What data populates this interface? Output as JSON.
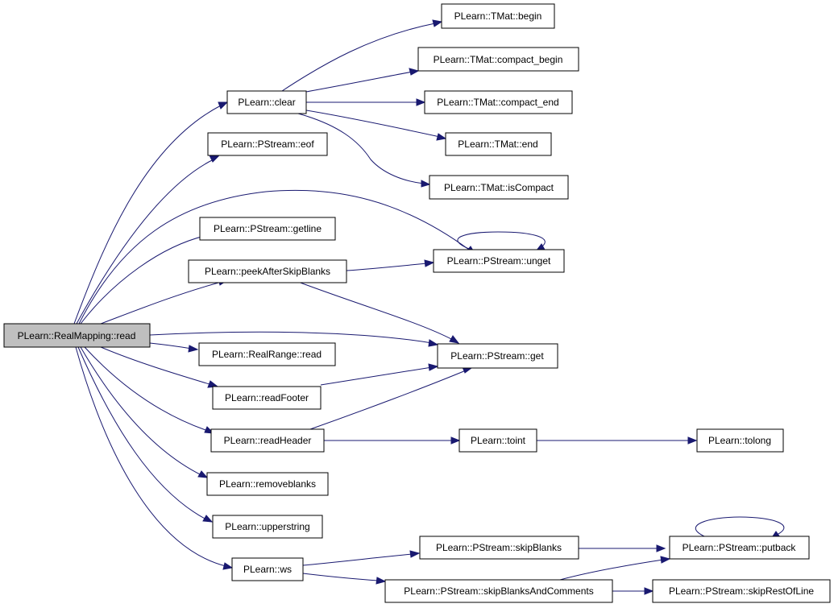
{
  "root": "PLearn::RealMapping::read",
  "nodes": {
    "root": "PLearn::RealMapping::read",
    "clear": "PLearn::clear",
    "eof": "PLearn::PStream::eof",
    "getline": "PLearn::PStream::getline",
    "peek": "PLearn::peekAfterSkipBlanks",
    "rrread": "PLearn::RealRange::read",
    "footer": "PLearn::readFooter",
    "header": "PLearn::readHeader",
    "removeblanks": "PLearn::removeblanks",
    "upperstring": "PLearn::upperstring",
    "ws": "PLearn::ws",
    "begin": "PLearn::TMat::begin",
    "cbegin": "PLearn::TMat::compact_begin",
    "cend": "PLearn::TMat::compact_end",
    "end": "PLearn::TMat::end",
    "iscompact": "PLearn::TMat::isCompact",
    "unget": "PLearn::PStream::unget",
    "get": "PLearn::PStream::get",
    "toint": "PLearn::toint",
    "tolong": "PLearn::tolong",
    "skipblanks": "PLearn::PStream::skipBlanks",
    "skipcomments": "PLearn::PStream::skipBlanksAndComments",
    "putback": "PLearn::PStream::putback",
    "skiprest": "PLearn::PStream::skipRestOfLine"
  },
  "edges": [
    [
      "root",
      "clear"
    ],
    [
      "root",
      "eof"
    ],
    [
      "root",
      "unget"
    ],
    [
      "root",
      "getline"
    ],
    [
      "root",
      "peek"
    ],
    [
      "root",
      "get"
    ],
    [
      "root",
      "rrread"
    ],
    [
      "root",
      "footer"
    ],
    [
      "root",
      "header"
    ],
    [
      "root",
      "removeblanks"
    ],
    [
      "root",
      "upperstring"
    ],
    [
      "root",
      "ws"
    ],
    [
      "clear",
      "begin"
    ],
    [
      "clear",
      "cbegin"
    ],
    [
      "clear",
      "cend"
    ],
    [
      "clear",
      "end"
    ],
    [
      "clear",
      "iscompact"
    ],
    [
      "peek",
      "unget"
    ],
    [
      "peek",
      "get"
    ],
    [
      "footer",
      "get"
    ],
    [
      "header",
      "get"
    ],
    [
      "header",
      "toint"
    ],
    [
      "toint",
      "tolong"
    ],
    [
      "ws",
      "skipblanks"
    ],
    [
      "ws",
      "skipcomments"
    ],
    [
      "skipblanks",
      "putback"
    ],
    [
      "skipcomments",
      "putback"
    ],
    [
      "skipcomments",
      "skiprest"
    ],
    [
      "unget",
      "unget"
    ],
    [
      "putback",
      "putback"
    ]
  ]
}
